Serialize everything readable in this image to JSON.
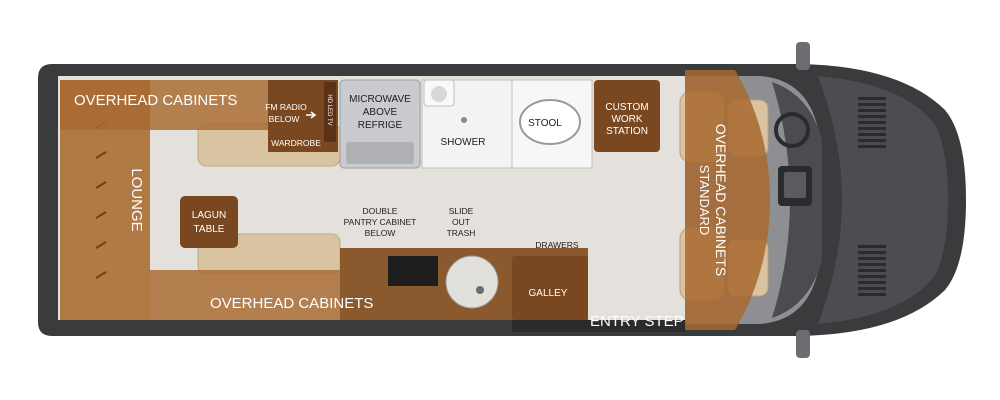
{
  "labels": {
    "overhead_top": "OVERHEAD CABINETS",
    "overhead_bottom": "OVERHEAD CABINETS",
    "overhead_front_1": "OVERHEAD CABINETS",
    "overhead_front_2": "STANDARD",
    "lounge": "LOUNGE",
    "lagun_1": "LAGUN",
    "lagun_2": "TABLE",
    "fm_radio_1": "FM RADIO",
    "fm_radio_2": "BELOW",
    "hd_tv": "HD LED TV",
    "wardrobe": "WARDROBE",
    "micro_1": "MICROWAVE",
    "micro_2": "ABOVE",
    "micro_3": "REFRIGE",
    "shower": "SHOWER",
    "stool": "STOOL",
    "custom_1": "CUSTOM",
    "custom_2": "WORK",
    "custom_3": "STATION",
    "pantry_1": "DOUBLE",
    "pantry_2": "PANTRY CABINET",
    "pantry_3": "BELOW",
    "trash_1": "SLIDE",
    "trash_2": "OUT",
    "trash_3": "TRASH",
    "drawers": "DRAWERS",
    "galley": "GALLEY",
    "entry_step": "ENTRY STEP"
  },
  "colors": {
    "body": "#3a3b3d",
    "floor": "#e4e1dc",
    "wood_dark": "#6e3f1e",
    "wood_mid": "#8a5a2e",
    "overhead": "#b07a45",
    "seat": "#d9c3a0",
    "appliance": "#c9cbcf"
  }
}
